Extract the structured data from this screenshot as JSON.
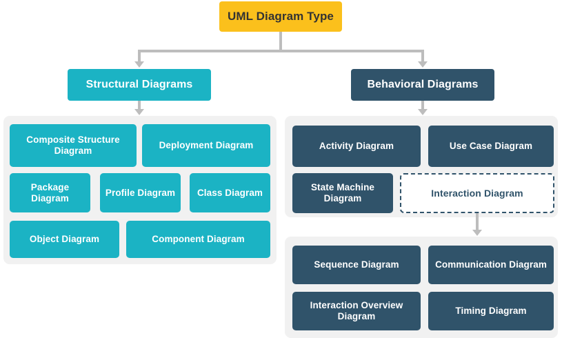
{
  "diagram": {
    "title": "UML Diagram Type",
    "colors": {
      "root": "#FBC01C",
      "structural": "#1BB3C4",
      "behavioral": "#30536A",
      "panel": "#F1F1F1",
      "connector": "#BDBDBD",
      "root_text": "#333333",
      "node_text": "#FFFFFF"
    },
    "root": {
      "label": "UML Diagram Type"
    },
    "branches": {
      "structural": {
        "label": "Structural Diagrams",
        "items": [
          {
            "label": "Composite Structure Diagram"
          },
          {
            "label": "Deployment Diagram"
          },
          {
            "label": "Package Diagram"
          },
          {
            "label": "Profile Diagram"
          },
          {
            "label": "Class Diagram"
          },
          {
            "label": "Object Diagram"
          },
          {
            "label": "Component Diagram"
          }
        ]
      },
      "behavioral": {
        "label": "Behavioral Diagrams",
        "items": [
          {
            "label": "Activity Diagram"
          },
          {
            "label": "Use Case Diagram"
          },
          {
            "label": "State Machine Diagram"
          },
          {
            "label": "Interaction Diagram"
          }
        ],
        "interaction": {
          "label": "Interaction Diagram",
          "items": [
            {
              "label": "Sequence Diagram"
            },
            {
              "label": "Communication Diagram"
            },
            {
              "label": "Interaction Overview Diagram"
            },
            {
              "label": "Timing Diagram"
            }
          ]
        }
      }
    }
  }
}
